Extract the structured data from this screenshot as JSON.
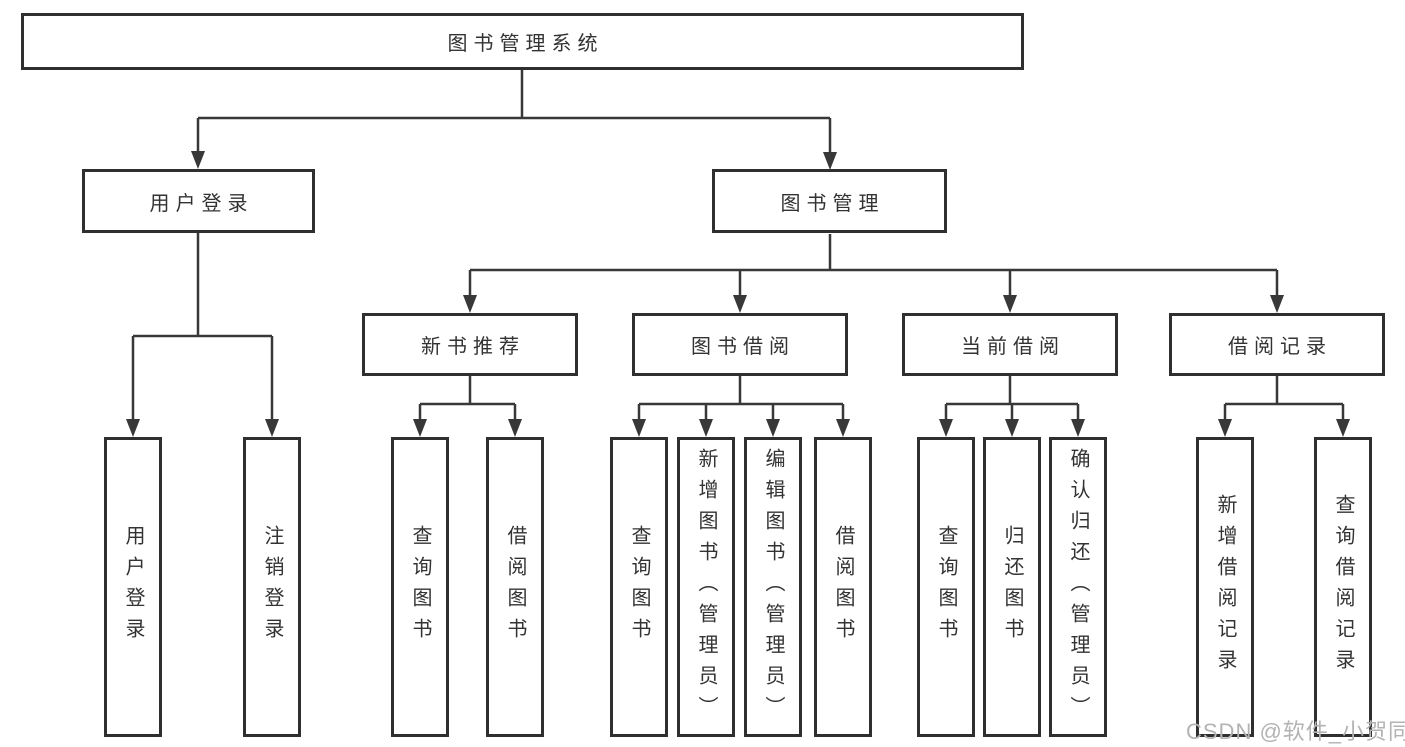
{
  "tree": {
    "root": {
      "label": "图书管理系统",
      "children": [
        {
          "label": "用户登录",
          "children": [
            {
              "label": "用户登录"
            },
            {
              "label": "注销登录"
            }
          ]
        },
        {
          "label": "图书管理",
          "children": [
            {
              "label": "新书推荐",
              "children": [
                {
                  "label": "查询图书"
                },
                {
                  "label": "借阅图书"
                }
              ]
            },
            {
              "label": "图书借阅",
              "children": [
                {
                  "label": "查询图书"
                },
                {
                  "label": "新增图书（管理员）"
                },
                {
                  "label": "编辑图书（管理员）"
                },
                {
                  "label": "借阅图书"
                }
              ]
            },
            {
              "label": "当前借阅",
              "children": [
                {
                  "label": "查询图书"
                },
                {
                  "label": "归还图书"
                },
                {
                  "label": "确认归还（管理员）"
                }
              ]
            },
            {
              "label": "借阅记录",
              "children": [
                {
                  "label": "新增借阅记录"
                },
                {
                  "label": "查询借阅记录"
                }
              ]
            }
          ]
        }
      ]
    }
  },
  "watermark": {
    "text": "CSDN @软件_小贺同学"
  },
  "colors": {
    "line": "#383838",
    "box_border": "#2f2f2f",
    "text": "#333333",
    "watermark": "#b3b3b3",
    "background": "#ffffff"
  }
}
